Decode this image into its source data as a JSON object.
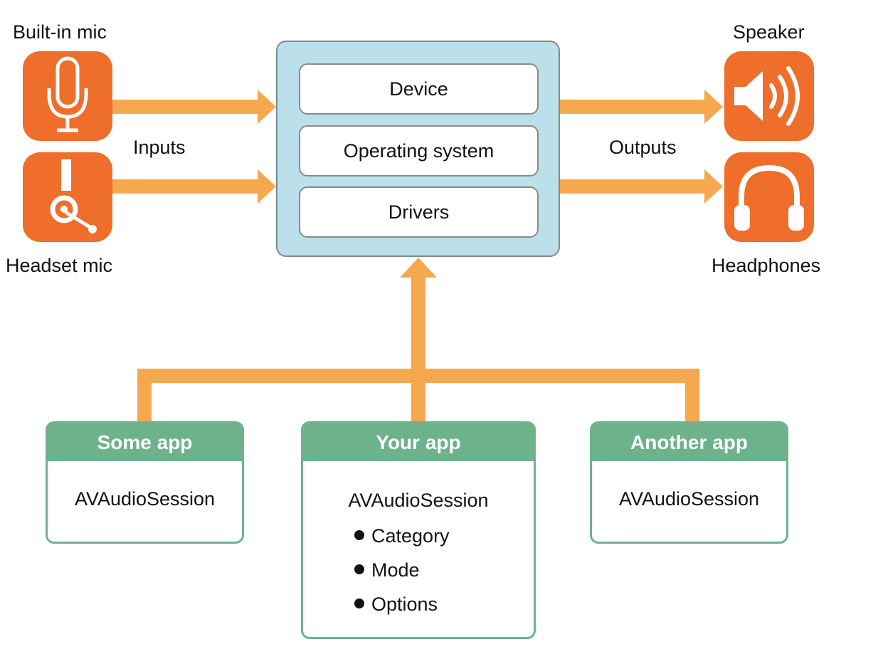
{
  "inputs": {
    "label": "Inputs",
    "devices": [
      {
        "label": "Built-in mic",
        "icon": "microphone-icon"
      },
      {
        "label": "Headset mic",
        "icon": "headset-mic-icon"
      }
    ]
  },
  "outputs": {
    "label": "Outputs",
    "devices": [
      {
        "label": "Speaker",
        "icon": "speaker-icon"
      },
      {
        "label": "Headphones",
        "icon": "headphones-icon"
      }
    ]
  },
  "hub": {
    "layers": [
      "Device",
      "Operating system",
      "Drivers"
    ]
  },
  "apps": [
    {
      "title": "Some app",
      "session": "AVAudioSession",
      "properties": []
    },
    {
      "title": "Your app",
      "session": "AVAudioSession",
      "properties": [
        "Category",
        "Mode",
        "Options"
      ]
    },
    {
      "title": "Another app",
      "session": "AVAudioSession",
      "properties": []
    }
  ],
  "colors": {
    "icon_tile": "#ef6e2b",
    "arrow": "#f6a84f",
    "hub_fill": "#bce0ea",
    "app_header": "#6db28a"
  }
}
